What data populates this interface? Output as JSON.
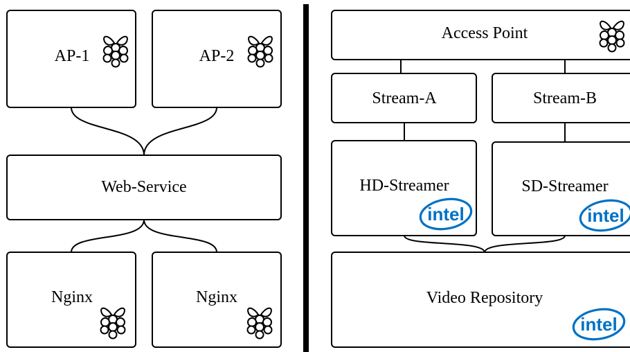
{
  "left": {
    "ap1": "AP-1",
    "ap2": "AP-2",
    "web_service": "Web-Service",
    "nginx_1": "Nginx",
    "nginx_2": "Nginx"
  },
  "right": {
    "access_point": "Access Point",
    "stream_a": "Stream-A",
    "stream_b": "Stream-B",
    "hd_streamer": "HD-Streamer",
    "sd_streamer": "SD-Streamer",
    "video_repository": "Video Repository"
  },
  "logos": {
    "intel_text": "intel",
    "intel_color": "#0071c5",
    "raspberry_pi_icon": "raspberry-pi-icon",
    "intel_icon": "intel-logo-icon"
  }
}
